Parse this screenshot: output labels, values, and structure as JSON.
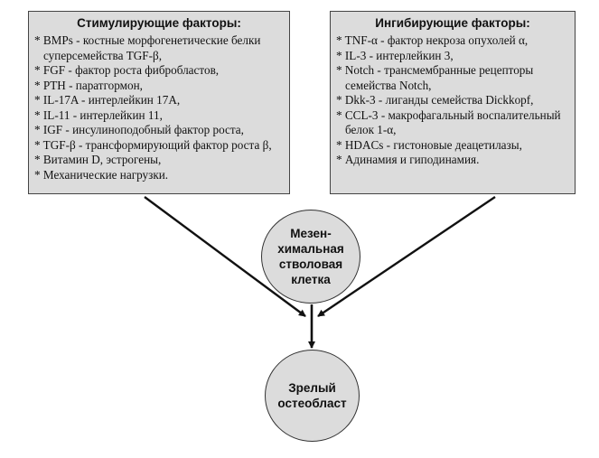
{
  "stimulating": {
    "title": "Стимулирующие факторы:",
    "items": [
      "BMPs - костные морфогенетические белки суперсемейства TGF-β,",
      "FGF - фактор роста фибробластов,",
      "PTH - паратгормон,",
      "IL-17A - интерлейкин 17A,",
      "IL-11 - интерлейкин 11,",
      "IGF - инсулиноподобный фактор роста,",
      "TGF-β - трансформирующий фактор роста β,",
      "Витамин D, эстрогены,",
      "Механические нагрузки."
    ]
  },
  "inhibiting": {
    "title": "Ингибирующие факторы:",
    "items": [
      "TNF-α - фактор некроза опухолей α,",
      "IL-3 - интерлейкин 3,",
      "Notch - трансмембранные рецепторы семейства Notch,",
      "Dkk-3 - лиганды семейства Dickkopf,",
      "CCL-3 - макрофагальный воспалительный белок 1-α,",
      "HDACs - гистоновые деацетилазы,",
      "Адинамия и гиподинамия."
    ]
  },
  "nodes": {
    "msc": "Мезен-\nхимальная\nстволовая\nклетка",
    "osteoblast": "Зрелый\nостеобласт"
  },
  "colors": {
    "fill": "#dcdcdc",
    "line": "#111111"
  }
}
